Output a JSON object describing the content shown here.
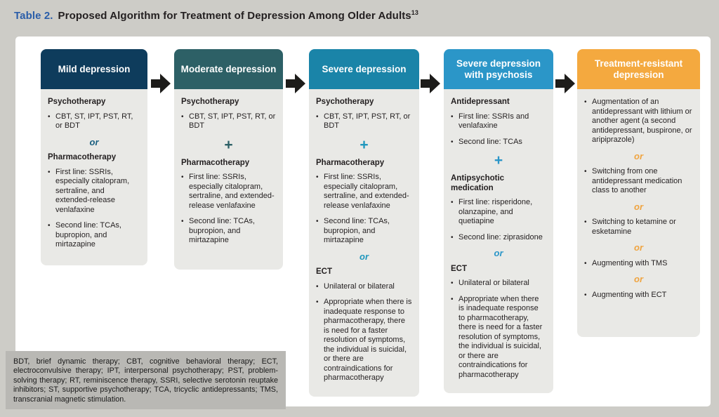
{
  "title": {
    "label": "Table 2.",
    "text": "Proposed Algorithm for Treatment of Depression Among Older Adults",
    "superscript": "13"
  },
  "colors": {
    "frame_bg": "#cdccc7",
    "panel_bg": "#ffffff",
    "body_bg": "#e9e9e6",
    "footnote_bg": "#b9b8b4",
    "title_blue": "#2a5da9",
    "text": "#231f20",
    "arrow": "#1d1c1a"
  },
  "columns": [
    {
      "id": "mild-depression",
      "header": "Mild depression",
      "header_color": "#0e3c5c",
      "connector_color": "#1a5f80",
      "sections": [
        {
          "type": "heading",
          "text": "Psychotherapy"
        },
        {
          "type": "bullet",
          "text": "CBT, ST, IPT, PST, RT, or BDT"
        },
        {
          "type": "connector",
          "text": "or"
        },
        {
          "type": "heading",
          "text": "Pharmacotherapy"
        },
        {
          "type": "bullet",
          "text": "First line: SSRIs, especially citalopram, sertraline, and extended-release venlafaxine"
        },
        {
          "type": "bullet",
          "text": "Second line: TCAs, bupropion, and mirtazapine"
        }
      ]
    },
    {
      "id": "moderate-depression",
      "header": "Moderate depression",
      "header_color": "#2d6066",
      "connector_color": "#2d6066",
      "sections": [
        {
          "type": "heading",
          "text": "Psychotherapy"
        },
        {
          "type": "bullet",
          "text": "CBT, ST, IPT, PST, RT, or BDT"
        },
        {
          "type": "connector",
          "text": "+"
        },
        {
          "type": "heading",
          "text": "Pharmacotherapy"
        },
        {
          "type": "bullet",
          "text": "First line: SSRIs, especially citalopram, sertraline, and extended-release venlafaxine"
        },
        {
          "type": "bullet",
          "text": "Second line: TCAs, bupropion, and mirtazapine"
        }
      ]
    },
    {
      "id": "severe-depression",
      "header": "Severe depression",
      "header_color": "#1a84a8",
      "connector_color": "#1f97bd",
      "sections": [
        {
          "type": "heading",
          "text": "Psychotherapy"
        },
        {
          "type": "bullet",
          "text": "CBT, ST, IPT, PST, RT, or BDT"
        },
        {
          "type": "connector",
          "text": "+"
        },
        {
          "type": "heading",
          "text": "Pharmacotherapy"
        },
        {
          "type": "bullet",
          "text": "First line: SSRIs, especially citalopram, sertraline, and extended-release venlafaxine"
        },
        {
          "type": "bullet",
          "text": "Second line: TCAs, bupropion, and mirtazapine"
        },
        {
          "type": "connector",
          "text": "or"
        },
        {
          "type": "heading",
          "text": "ECT"
        },
        {
          "type": "bullet",
          "text": "Unilateral or bilateral"
        },
        {
          "type": "bullet",
          "text": "Appropriate when there is inadequate response to pharmacotherapy, there is need for a faster resolution of symptoms, the individual is suicidal, or there are contraindications for pharmacotherapy"
        }
      ]
    },
    {
      "id": "severe-depression-with-psychosis",
      "header": "Severe depression with psychosis",
      "header_color": "#2b96c8",
      "connector_color": "#2b96c8",
      "sections": [
        {
          "type": "heading",
          "text": "Antidepressant"
        },
        {
          "type": "bullet",
          "text": "First line: SSRIs and venlafaxine"
        },
        {
          "type": "bullet",
          "text": "Second line: TCAs"
        },
        {
          "type": "connector",
          "text": "+"
        },
        {
          "type": "heading",
          "text": "Antipsychotic medication"
        },
        {
          "type": "bullet",
          "text": "First line: risperidone, olanzapine, and quetiapine"
        },
        {
          "type": "bullet",
          "text": "Second line: ziprasidone"
        },
        {
          "type": "connector",
          "text": "or"
        },
        {
          "type": "heading",
          "text": "ECT"
        },
        {
          "type": "bullet",
          "text": "Unilateral or bilateral"
        },
        {
          "type": "bullet",
          "text": "Appropriate when there is inadequate response to pharmacotherapy, there is need for a faster resolution of symptoms, the individual is suicidal, or there are contraindications for pharmacotherapy"
        }
      ]
    },
    {
      "id": "treatment-resistant-depression",
      "header": "Treatment-resistant depression",
      "header_color": "#f4a93f",
      "connector_color": "#f0a440",
      "sections": [
        {
          "type": "bullet",
          "text": "Augmentation of an antidepressant with lithium or another agent (a second antidepressant, buspirone, or aripiprazole)"
        },
        {
          "type": "connector",
          "text": "or"
        },
        {
          "type": "bullet",
          "text": "Switching from one antidepressant medication class to another"
        },
        {
          "type": "connector",
          "text": "or"
        },
        {
          "type": "bullet",
          "text": "Switching to ketamine or esketamine"
        },
        {
          "type": "connector",
          "text": "or"
        },
        {
          "type": "bullet",
          "text": "Augmenting with TMS"
        },
        {
          "type": "connector",
          "text": "or"
        },
        {
          "type": "bullet",
          "text": "Augmenting with ECT"
        }
      ]
    }
  ],
  "footnote": "BDT, brief dynamic therapy; CBT, cognitive behavioral therapy; ECT, electroconvulsive therapy; IPT, interpersonal psychotherapy; PST, problem-solving therapy; RT, reminiscence therapy, SSRI, selective serotonin reuptake inhibitors; ST, supportive psychotherapy; TCA, tricyclic antidepressants; TMS, transcranial magnetic stimulation."
}
